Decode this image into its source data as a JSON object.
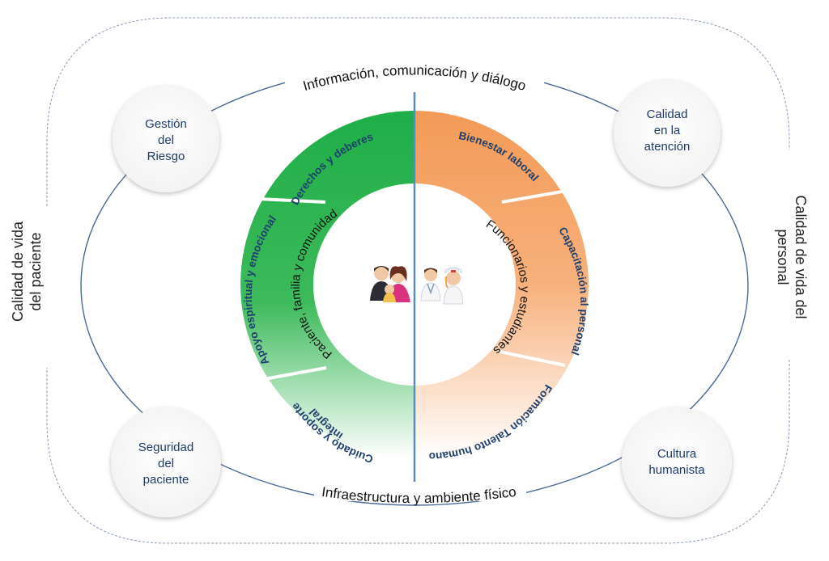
{
  "outer_arcs": {
    "top": "Información, comunicación y diálogo",
    "bottom": "Infraestructura y ambiente físico"
  },
  "side_labels": {
    "left": [
      "Calidad de vida",
      "del paciente"
    ],
    "right": [
      "Calidad de vida del",
      "personal"
    ]
  },
  "corner_nodes": {
    "top_left": [
      "Gestión",
      "del",
      "Riesgo"
    ],
    "top_right": [
      "Calidad",
      "en la",
      "atención"
    ],
    "bottom_left": [
      "Seguridad",
      "del",
      "paciente"
    ],
    "bottom_right": [
      "Cultura",
      "humanista"
    ]
  },
  "ring_segments": {
    "left": [
      "Derechos y deberes",
      "Apoyo espiritual y emocional",
      "Cuidado y soporte",
      "integral"
    ],
    "right": [
      "Bienestar laboral",
      "Capacitación al personal",
      "Formación Talento humano"
    ]
  },
  "center_labels": {
    "left": "Paciente, familia y comunidad",
    "right": "Funcionarios y estudiantes"
  },
  "colors": {
    "green": "#2fb24c",
    "orange": "#f4a261",
    "divider": "#5b8bc4",
    "line": "#4a6a96"
  },
  "icons": [
    "family-icon",
    "medical-staff-icon"
  ]
}
